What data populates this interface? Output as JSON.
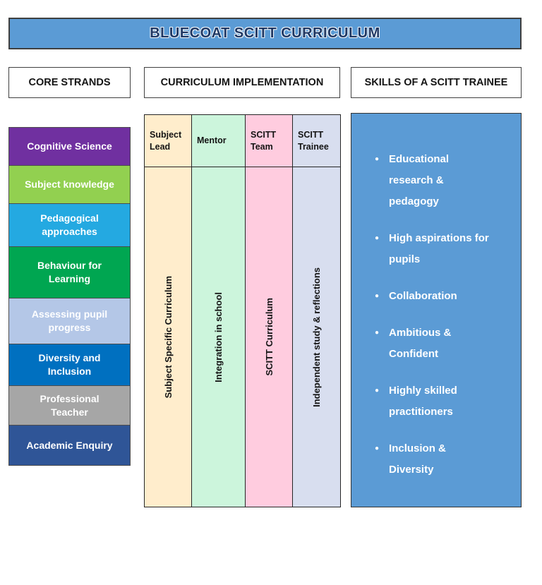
{
  "title": "BLUECOAT SCITT CURRICULUM",
  "colors": {
    "banner_bg": "#5B9BD5",
    "banner_text": "#1F3864",
    "panel_bg": "#5B9BD5",
    "border_dark": "#404040"
  },
  "sections": {
    "core_strands": {
      "header": "CORE STRANDS",
      "items": [
        {
          "label": "Cognitive Science",
          "color": "#7030A0"
        },
        {
          "label": "Subject knowledge",
          "color": "#92D050"
        },
        {
          "label": "Pedagogical\napproaches",
          "color": "#24A9E1"
        },
        {
          "label": "Behaviour for\nLearning",
          "color": "#00A651"
        },
        {
          "label": "Assessing pupil\nprogress",
          "color": "#B4C7E7"
        },
        {
          "label": "Diversity and\nInclusion",
          "color": "#0070C0"
        },
        {
          "label": "Professional\nTeacher",
          "color": "#A6A6A6"
        },
        {
          "label": "Academic Enquiry",
          "color": "#2F5597"
        }
      ]
    },
    "curriculum_implementation": {
      "header": "CURRICULUM IMPLEMENTATION",
      "columns": [
        {
          "role": "Subject Lead",
          "body": "Subject Specific Curriculum",
          "color": "#FFEDCC"
        },
        {
          "role": "Mentor",
          "body": "Integration in school",
          "color": "#CCF5DC"
        },
        {
          "role": "SCITT Team",
          "body": "SCITT Curriculum",
          "color": "#FFCCDF"
        },
        {
          "role": "SCITT Trainee",
          "body": "Independent study & reflections",
          "color": "#D8DEEF"
        }
      ]
    },
    "skills": {
      "header": "SKILLS OF A SCITT TRAINEE",
      "bullet_icon": "●",
      "items": [
        "Educational\nresearch &\npedagogy",
        "High aspirations for\npupils",
        "Collaboration",
        "Ambitious &\nConfident",
        "Highly skilled\npractitioners",
        "Inclusion &\nDiversity"
      ]
    }
  }
}
